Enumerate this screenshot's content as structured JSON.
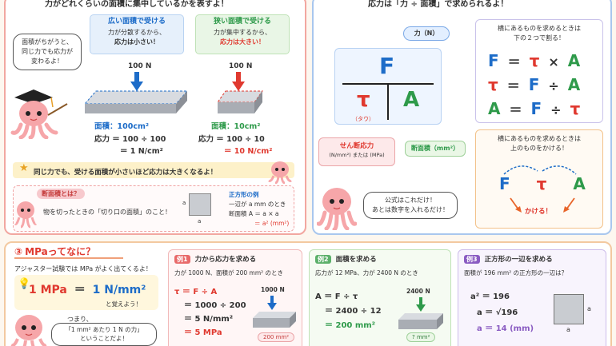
{
  "top_left": {
    "heading": "力がどれくらいの面積に集中しているかを表すよ！",
    "octo_bubble": [
      "面積がちがうと、",
      "同じ力でも応力が",
      "変わるよ！"
    ],
    "wide": {
      "title": "広い面積で受ける",
      "desc1": "力が分散するから、",
      "desc2": "応力は小さい！",
      "force": "100 N",
      "area": "面積：100cm²",
      "calc1": "応力 ＝ 100 ÷ 100",
      "calc2": "＝ 1 N/cm²"
    },
    "narrow": {
      "title": "狭い面積で受ける",
      "desc1": "力が集中するから、",
      "desc2": "応力は大きい！",
      "force": "100 N",
      "area": "面積：10cm²",
      "calc1": "応力 ＝ 100 ÷ 10",
      "calc2": "＝ 10 N/cm²"
    },
    "summary": "同じ力でも、受ける面積が小さいほど応力は大きくなるよ！",
    "section_area": {
      "title": "断面積とは？",
      "desc": "物を切ったときの「切り口の面積」のこと！",
      "square_title": "正方形の例",
      "square_line1": "一辺が a mm のとき",
      "square_line2": "断面積 A ＝ a × a",
      "square_line3": "＝ a² (mm²)",
      "label_a1": "a",
      "label_a2": "a"
    }
  },
  "top_right": {
    "heading": "応力は「力 ÷ 面積」で求められるよ！",
    "force_label": "力（N）",
    "F": "F",
    "tau": "τ",
    "A": "A",
    "tau_reading": "（タウ）",
    "shear_label": "せん断応力",
    "shear_units": "(N/mm²) または (MPa)",
    "area_label": "断面積（mm²）",
    "octo_bubble": [
      "公式はこれだけ！",
      "あとは数字を入れるだけ！"
    ],
    "divide_title1": "横にあるものを求めるときは",
    "divide_title2": "下の２つで割る！",
    "formulas": [
      [
        "F",
        "＝",
        "τ",
        "×",
        "A"
      ],
      [
        "τ",
        "＝",
        "F",
        "÷",
        "A"
      ],
      [
        "A",
        "＝",
        "F",
        "÷",
        "τ"
      ]
    ],
    "multiply_title1": "横にあるものを求めるときは",
    "multiply_title2": "上のものをかける！",
    "multiply_label": "かける！"
  },
  "bottom": {
    "section_num": "③",
    "section_title": "MPaってなに？",
    "intro": "アジャスター試験では MPa がよく出てくるよ！",
    "eq_left": "1 MPa",
    "eq_mid": "＝",
    "eq_right": "1 N/mm²",
    "remember": "と覚えよう！",
    "octo_left": [
      "つまり、"
    ],
    "octo_bubble": [
      "「1 mm² あたり 1 N の力」",
      "ということだよ！"
    ],
    "ex1": {
      "num": "例1",
      "title": "力から応力を求める",
      "problem": "力が 1000 N、面積が 200 mm² のとき",
      "l1": "τ ＝ F ÷ A",
      "l2": "＝ 1000 ÷ 200",
      "l3": "＝ 5 N/mm²",
      "l4": "＝ 5 MPa",
      "force": "1000 N",
      "area": "200 mm²"
    },
    "ex2": {
      "num": "例2",
      "title": "面積を求める",
      "problem": "応力が 12 MPa、力が 2400 N のとき",
      "l1": "A ＝ F ÷ τ",
      "l2": "＝ 2400 ÷ 12",
      "l3": "＝ 200 mm²",
      "force": "2400 N",
      "area": "? mm²"
    },
    "ex3": {
      "num": "例3",
      "title": "正方形の一辺を求める",
      "problem": "面積が 196 mm² の正方形の一辺は？",
      "l1": "a² ＝ 196",
      "l2": "a ＝ √196",
      "l3": "a ＝ 14 (mm)",
      "side_a1": "a",
      "side_a2": "a"
    }
  },
  "colors": {
    "red": "#e0392f",
    "blue": "#1d6cc8",
    "green": "#2e9a4a",
    "orange": "#f08a24",
    "purple": "#8a5cc2"
  }
}
